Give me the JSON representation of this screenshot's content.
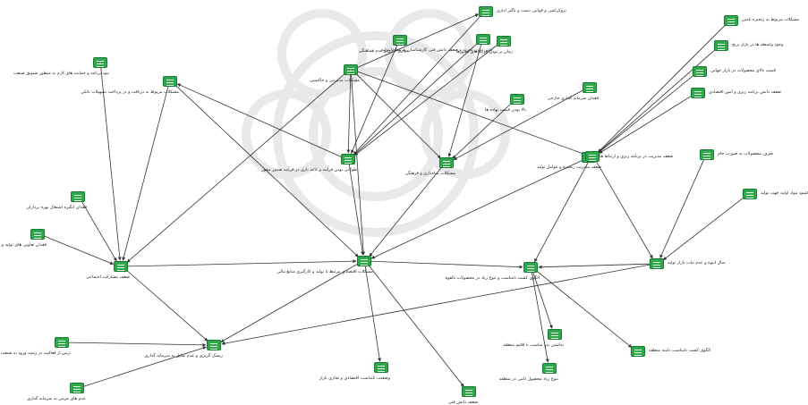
{
  "colors": {
    "edge": "#333333",
    "node_fill": "#2ea84a",
    "node_border": "#167a30",
    "watermark": "#e9e9e9"
  },
  "nodes": [
    {
      "id": "n1",
      "label": "بروکراسی و قوانین دست و پاگیر اداری",
      "icon": "node-document-icon"
    },
    {
      "id": "n2",
      "label": "موازی کاری و عدم هماهنگی",
      "icon": "node-document-icon"
    },
    {
      "id": "n3",
      "label": "پایین بودن تجربه و ضعف دانش فنی کارشناسان مرتبط با تولید",
      "icon": "node-document-icon"
    },
    {
      "id": "n4",
      "label": "زمان بر بودن فرآیندهای مجوزها",
      "icon": "node-document-icon"
    },
    {
      "id": "n5",
      "label": "مشکلات مربوط به زنجیره تامین",
      "icon": "node-document-icon"
    },
    {
      "id": "n6",
      "label": "وجود واسطه ها در بازار برنج",
      "icon": "node-document-icon"
    },
    {
      "id": "n7",
      "label": "نبود برنامه و حمایت های لازم به منظور تشویق صنعت",
      "icon": "node-document-icon"
    },
    {
      "id": "n8",
      "label": "مشکلات مربوط به دریافت و در پرداخت تسهیلات بانکی",
      "icon": "node-document-icon"
    },
    {
      "id": "n9",
      "label": "مشکلات مدیریتی و حاکمیتی",
      "icon": "node-document-icon"
    },
    {
      "id": "n10",
      "label": "فقدان سرمایه گذاری خارجی",
      "icon": "node-document-icon"
    },
    {
      "id": "n11",
      "label": "بالا بودن قیمت نهاده ها",
      "icon": "node-document-icon"
    },
    {
      "id": "n12",
      "label": "ضعف دانش برنامه ریزی و امور اقتصادی",
      "icon": "node-document-icon"
    },
    {
      "id": "n13",
      "label": "قیمت بالای محصولات در بازار جهانی",
      "icon": "node-document-icon"
    },
    {
      "id": "n14",
      "label": "صرف محصولات به صورت خام",
      "icon": "node-document-icon"
    },
    {
      "id": "n15",
      "label": "ضعف مدیریت در برنامه ریزی و ارتباط ها",
      "icon": "node-document-icon"
    },
    {
      "id": "n16",
      "label": "طولانی بودن فرآیند و کاغذ بازی در فرآیند صدور مجوز",
      "icon": "node-document-icon"
    },
    {
      "id": "n17",
      "label": "مشکلات ساختاری و فرهنگی",
      "icon": "node-document-icon"
    },
    {
      "id": "n18",
      "label": "ضعف مدیریت زنجیره و عوامل تولید",
      "icon": "node-document-icon"
    },
    {
      "id": "n19",
      "label": "کمبود مواد اولیه جهت تولید",
      "icon": "node-document-icon"
    },
    {
      "id": "n20",
      "label": "فقدان انگیزه اشتغال بهره برداران",
      "icon": "node-document-icon"
    },
    {
      "id": "n21",
      "label": "فقدان تعاونی های تولید و بازاریابی",
      "icon": "node-document-icon"
    },
    {
      "id": "n22",
      "label": "ضعف مشارکت اجتماعی",
      "icon": "node-document-icon"
    },
    {
      "id": "n23",
      "label": "مشکلات اقتصادی مرتبط با تولید و کارگیری منابع مالی",
      "icon": "node-document-icon"
    },
    {
      "id": "n24",
      "label": "الگوی کشت نامناسب و تنوع زیاد در محصولات بالقوه",
      "icon": "node-document-icon"
    },
    {
      "id": "n25",
      "label": "سال انبوه و عدم ثبات بازار تولید",
      "icon": "node-document-icon"
    },
    {
      "id": "n26",
      "label": "نداشتن بذر مناسب با اقلیم منطقه",
      "icon": "node-document-icon"
    },
    {
      "id": "n27",
      "label": "الگوی کشت نامناسب دامنه منطقه",
      "icon": "node-document-icon"
    },
    {
      "id": "n28",
      "label": "تنوع زیاد محصول دامی در منطقه",
      "icon": "node-document-icon"
    },
    {
      "id": "n29",
      "label": "ترس از فعالیت در زمینه ورود به صنعت جدید",
      "icon": "node-document-icon"
    },
    {
      "id": "n30",
      "label": "ریسک گریزی و عدم تمایل به سرمایه گذاری",
      "icon": "node-document-icon"
    },
    {
      "id": "n31",
      "label": "وضعیت نامناسب اقتصادی و تجاری بازار",
      "icon": "node-document-icon"
    },
    {
      "id": "n32",
      "label": "عدم های مزمن به سرمایه گذاری",
      "icon": "node-document-icon"
    },
    {
      "id": "n33",
      "label": "ضعف دانش فنی",
      "icon": "node-document-icon"
    }
  ]
}
